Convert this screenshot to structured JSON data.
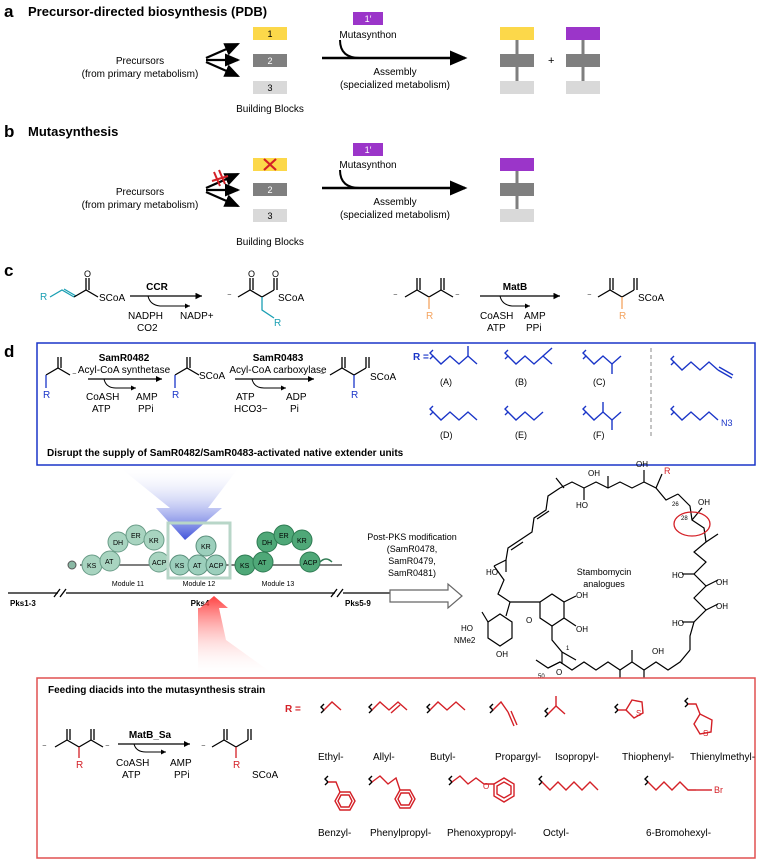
{
  "panel_a": {
    "letter": "a",
    "title": "Precursor-directed biosynthesis (PDB)",
    "precursors_line1": "Precursors",
    "precursors_line2": "(from primary metabolism)",
    "block1": "1",
    "block2": "2",
    "block3": "3",
    "building_blocks": "Building Blocks",
    "mutasynthon_block": "1′",
    "mutasynthon": "Mutasynthon",
    "assembly_line1": "Assembly",
    "assembly_line2": "(specialized metabolism)",
    "plus": "+"
  },
  "panel_b": {
    "letter": "b",
    "title": "Mutasynthesis",
    "precursors_line1": "Precursors",
    "precursors_line2": "(from primary metabolism)",
    "block2": "2",
    "block3": "3",
    "building_blocks": "Building Blocks",
    "mutasynthon_block": "1′",
    "mutasynthon": "Mutasynthon",
    "assembly_line1": "Assembly",
    "assembly_line2": "(specialized metabolism)"
  },
  "panel_c": {
    "letter": "c",
    "left_enzyme": "CCR",
    "left_cof_in1": "NADPH",
    "left_cof_in2": "CO2",
    "left_cof_out": "NADP+",
    "right_enzyme": "MatB",
    "right_cof_in1": "CoASH",
    "right_cof_in2": "ATP",
    "right_cof_out1": "AMP",
    "right_cof_out2": "PPi",
    "scoa": "SCoA",
    "r": "R"
  },
  "panel_d": {
    "letter": "d",
    "box1": {
      "enzyme1": "SamR0482",
      "enzyme1_desc": "Acyl-CoA synthetase",
      "enzyme2": "SamR0483",
      "enzyme2_desc": "Acyl-CoA carboxylase",
      "cof1_in1": "CoASH",
      "cof1_in2": "ATP",
      "cof1_out1": "AMP",
      "cof1_out2": "PPi",
      "cof2_in1": "ATP",
      "cof2_in2": "HCO3−",
      "cof2_out1": "ADP",
      "cof2_out2": "Pi",
      "r_label": "R =",
      "labels": [
        "(A)",
        "(B)",
        "(C)",
        "(D)",
        "(E)",
        "(F)"
      ],
      "azide": "N3",
      "caption": "Disrupt the supply of SamR0482/SamR0483-activated native extender units"
    },
    "pks": {
      "module11": "Module 11",
      "module12": "Module 12",
      "module13": "Module 13",
      "pks13": "Pks1-3",
      "pks4": "Pks4",
      "pks59": "Pks5-9",
      "domains11": [
        "KS",
        "AT",
        "DH",
        "ER",
        "KR",
        "ACP"
      ],
      "domains12": [
        "KS",
        "AT",
        "KR",
        "ACP"
      ],
      "domains13": [
        "KS",
        "AT",
        "DH",
        "ER",
        "KR",
        "ACP"
      ],
      "post_line1": "Post-PKS modification",
      "post_line2": "(SamR0478,",
      "post_line3": "SamR0479,",
      "post_line4": "SamR0481)"
    },
    "molecule": {
      "name_line1": "Stambomycin",
      "name_line2": "analogues",
      "oh": "OH",
      "ho": "HO",
      "nme2": "NMe2",
      "o": "O",
      "r": "R",
      "num26": "26",
      "num28": "28",
      "num1": "1",
      "num50": "50"
    },
    "box2": {
      "title": "Feeding diacids into the mutasynthesis strain",
      "enzyme": "MatB_Sa",
      "cof_in1": "CoASH",
      "cof_in2": "ATP",
      "cof_out1": "AMP",
      "cof_out2": "PPi",
      "r_label": "R =",
      "br": "Br",
      "s": "S",
      "substituents_row1": [
        "Ethyl-",
        "Allyl-",
        "Butyl-",
        "Propargyl-",
        "Isopropyl-",
        "Thiophenyl-",
        "Thienylmethyl-"
      ],
      "substituents_row2": [
        "Benzyl-",
        "Phenylpropyl-",
        "Phenoxypropyl-",
        "Octyl-",
        "6-Bromohexyl-"
      ]
    }
  },
  "colors": {
    "yellow": "#fcd84a",
    "purple": "#9b35c9",
    "gray_dark": "#7f7f7f",
    "gray_light": "#d9d9d9",
    "blue": "#1a35c8",
    "red": "#d42027",
    "teal": "#1a9fb3",
    "orange": "#f4a460",
    "green_dark": "#2e8b57"
  }
}
